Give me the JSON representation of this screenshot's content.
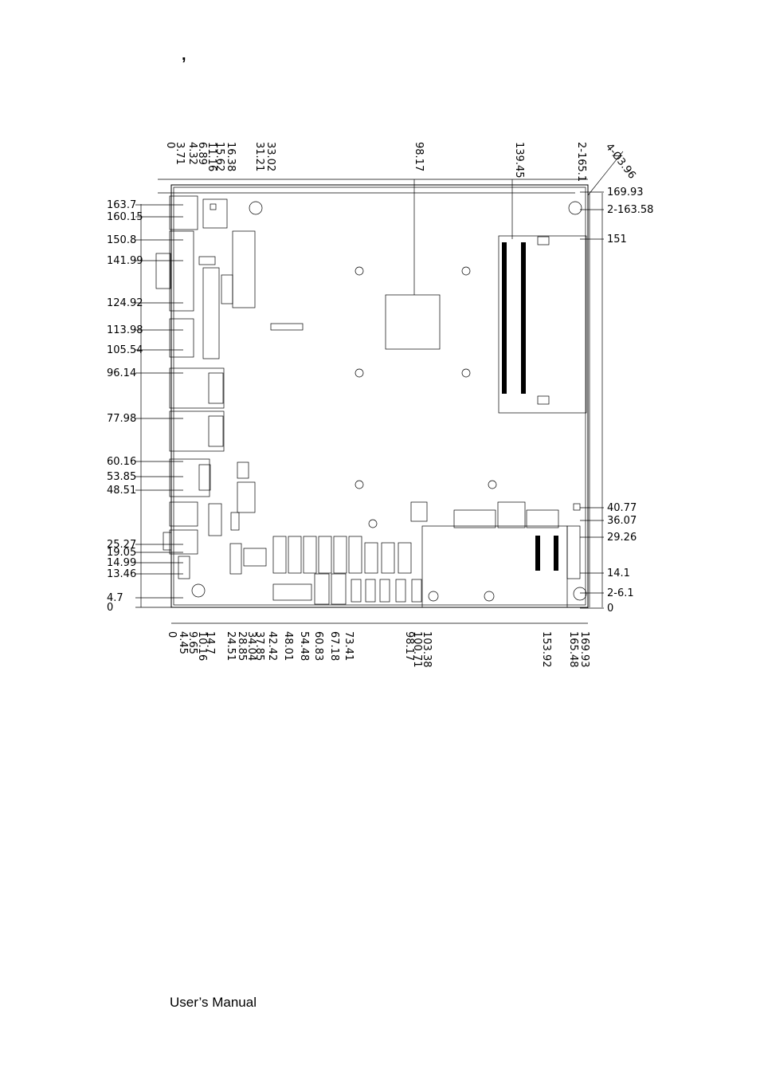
{
  "header_mark": ",",
  "footer_text": "User’s Manual",
  "left_labels": [
    "163.7",
    "160.15",
    "150.8",
    "141.99",
    "124.92",
    "113.98",
    "105.54",
    "96.14",
    "77.98",
    "60.16",
    "53.85",
    "48.51",
    "25.27",
    "19.05",
    "14.99",
    "13.46",
    "4.7",
    "0"
  ],
  "right_labels": [
    "169.93",
    "2-163.58",
    "151",
    "40.77",
    "36.07",
    "29.26",
    "14.1",
    "2-6.1",
    "0"
  ],
  "top_labels": [
    "0",
    "3.71",
    "4.32",
    "6.89",
    "11.16",
    "15.62",
    "16.38",
    "31.21",
    "33.02",
    "98.17",
    "139.45",
    "2-165.1"
  ],
  "bottom_labels": [
    "0",
    "4.45",
    "9.65",
    "10.16",
    "14.7",
    "24.51",
    "28.85",
    "34.04",
    "37.85",
    "42.42",
    "48.01",
    "54.48",
    "60.83",
    "67.18",
    "73.41",
    "98.17",
    "100.71",
    "103.38",
    "153.92",
    "165.48",
    "169.93"
  ],
  "hole_label": "4-Ø3.96"
}
